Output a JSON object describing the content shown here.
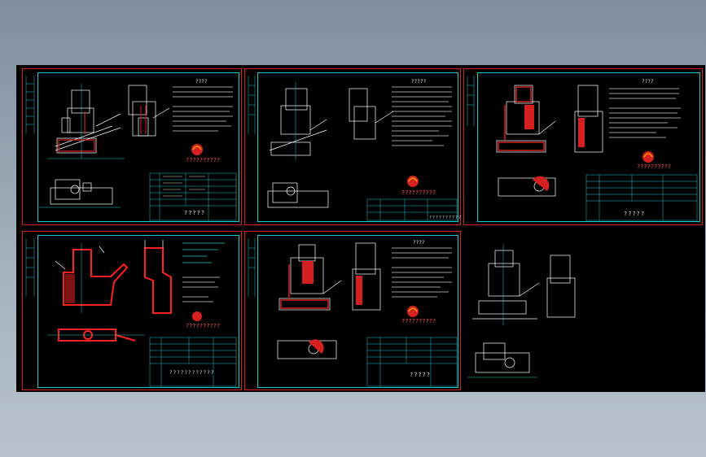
{
  "viewport": {
    "background": "#000000",
    "frame_color": "#d42020",
    "border_color": "#1ec8c8"
  },
  "sheets": [
    {
      "id": "sheet-1",
      "title": "?????",
      "heading": "????",
      "logo": "??????????"
    },
    {
      "id": "sheet-2",
      "title": "??????????",
      "heading": "?????",
      "logo": "??????????"
    },
    {
      "id": "sheet-3",
      "title": "?????",
      "heading": "????",
      "logo": "??????????"
    },
    {
      "id": "sheet-4",
      "title": "????????????",
      "heading": "",
      "logo": "??????????"
    },
    {
      "id": "sheet-5",
      "title": "?????",
      "heading": "????",
      "logo": "??????????"
    }
  ]
}
